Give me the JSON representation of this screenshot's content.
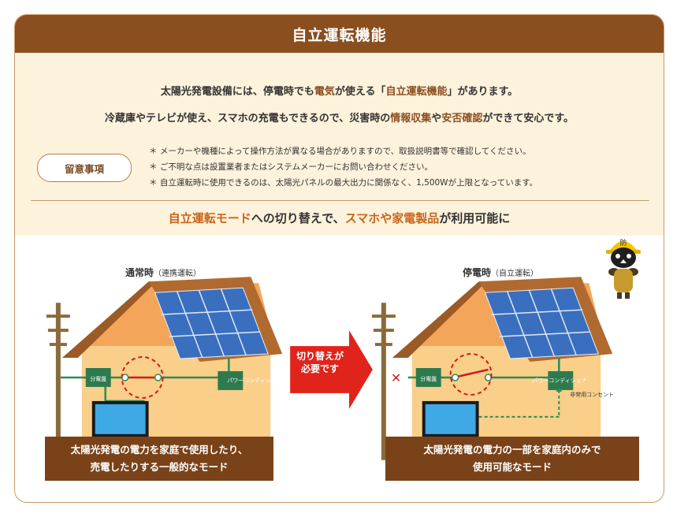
{
  "header": {
    "title": "自立運転機能"
  },
  "intro": {
    "line1_a": "太陽光発電設備には、停電時でも",
    "line1_b": "電気",
    "line1_c": "が使える「",
    "line1_d": "自立運転機能",
    "line1_e": "」があります。",
    "line2_a": "冷蔵庫やテレビが使え、スマホの充電もできるので、災害時の",
    "line2_b": "情報収集",
    "line2_c": "や",
    "line2_d": "安否確認",
    "line2_e": "ができて安心です。"
  },
  "notes": {
    "label": "留意事項",
    "items": [
      "＊ メーカーや機種によって操作方法が異なる場合がありますので、取扱説明書等で確認してください。",
      "＊ ご不明な点は設置業者またはシステムメーカーにお問い合わせください。",
      "＊ 自立運転時に使用できるのは、太陽光パネルの最大出力に関係なく、1,500Wが上限となっています。"
    ]
  },
  "subtitle": {
    "a": "自立運転モード",
    "b": "への切り替えで、",
    "c": "スマホや家電製品",
    "d": "が利用可能に"
  },
  "mascot": {
    "badge": "防"
  },
  "diagram": {
    "normal": {
      "title": "通常時",
      "sub": "（連携運転）"
    },
    "outage": {
      "title": "停電時",
      "sub": "（自立運転）"
    },
    "switch_label_1": "切り替えが",
    "switch_label_2": "必要です",
    "breaker_label": "分電盤",
    "pcs_label": "パワーコンディショナ",
    "outlet_label": "非常用コンセント",
    "caption_left_1": "太陽光発電の電力を家庭で使用したり、",
    "caption_left_2": "売電したりする一般的なモード",
    "caption_right_1": "太陽光発電の電力の一部を家庭内のみで",
    "caption_right_2": "使用可能なモード"
  },
  "colors": {
    "brown": "#8b4e1e",
    "orange": "#c8661b",
    "cream": "#fdf2dc",
    "arrow_red": "#e0241b"
  }
}
